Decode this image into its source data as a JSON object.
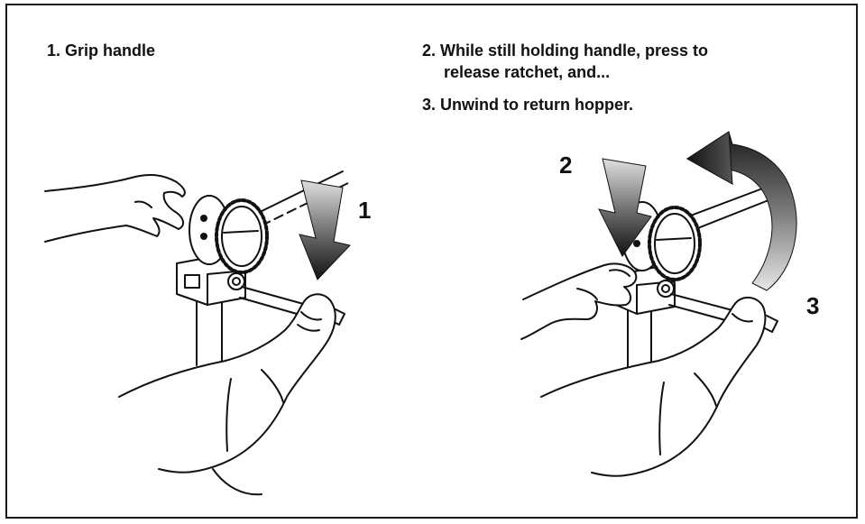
{
  "instructions": {
    "step1": "1. Grip handle",
    "step2_line1": "2. While still holding handle, press to",
    "step2_line2": "release ratchet, and...",
    "step3": "3. Unwind to return hopper."
  },
  "callouts": {
    "left_arrow_label": "1",
    "press_arrow_label": "2",
    "unwind_arrow_label": "3"
  },
  "colors": {
    "ink": "#111111",
    "border": "#1a1a1a",
    "arrow_dark": "#1b1b1b",
    "arrow_light": "#d9d9d9"
  }
}
